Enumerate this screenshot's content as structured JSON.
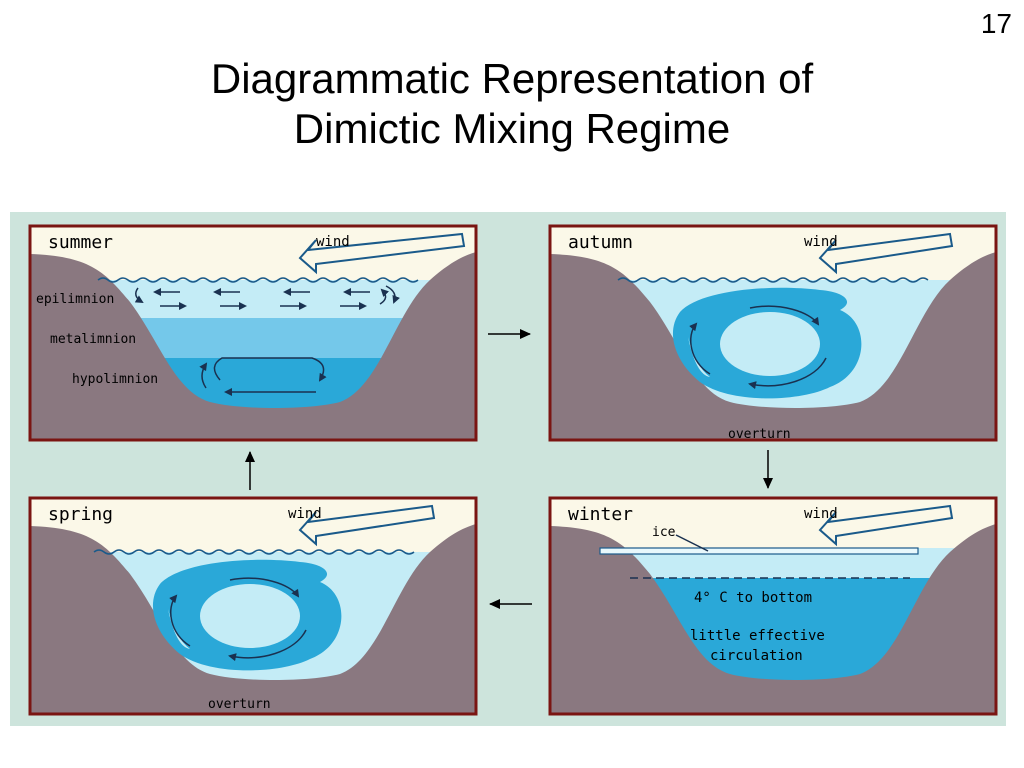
{
  "slide_number": "17",
  "title": {
    "line1": "Diagrammatic Representation of",
    "line2": "Dimictic Mixing Regime"
  },
  "colors": {
    "panel_bg": "#cde4dc",
    "frame": "#7a1512",
    "sky": "#fbf8e8",
    "land": "#8a7880",
    "water_light": "#c4ecf6",
    "water_mid": "#74c8ea",
    "water_deep": "#2aa8d8",
    "arrow": "#1a3150"
  },
  "panels": {
    "summer": {
      "season": "summer",
      "wind": "wind",
      "layers": [
        "epilimnion",
        "metalimnion",
        "hypolimnion"
      ]
    },
    "autumn": {
      "season": "autumn",
      "wind": "wind",
      "caption": "overturn"
    },
    "spring": {
      "season": "spring",
      "wind": "wind",
      "caption": "overturn"
    },
    "winter": {
      "season": "winter",
      "wind": "wind",
      "ice": "ice",
      "bottom_note": "4° C to bottom",
      "circulation_line1": "little effective",
      "circulation_line2": "circulation"
    }
  }
}
